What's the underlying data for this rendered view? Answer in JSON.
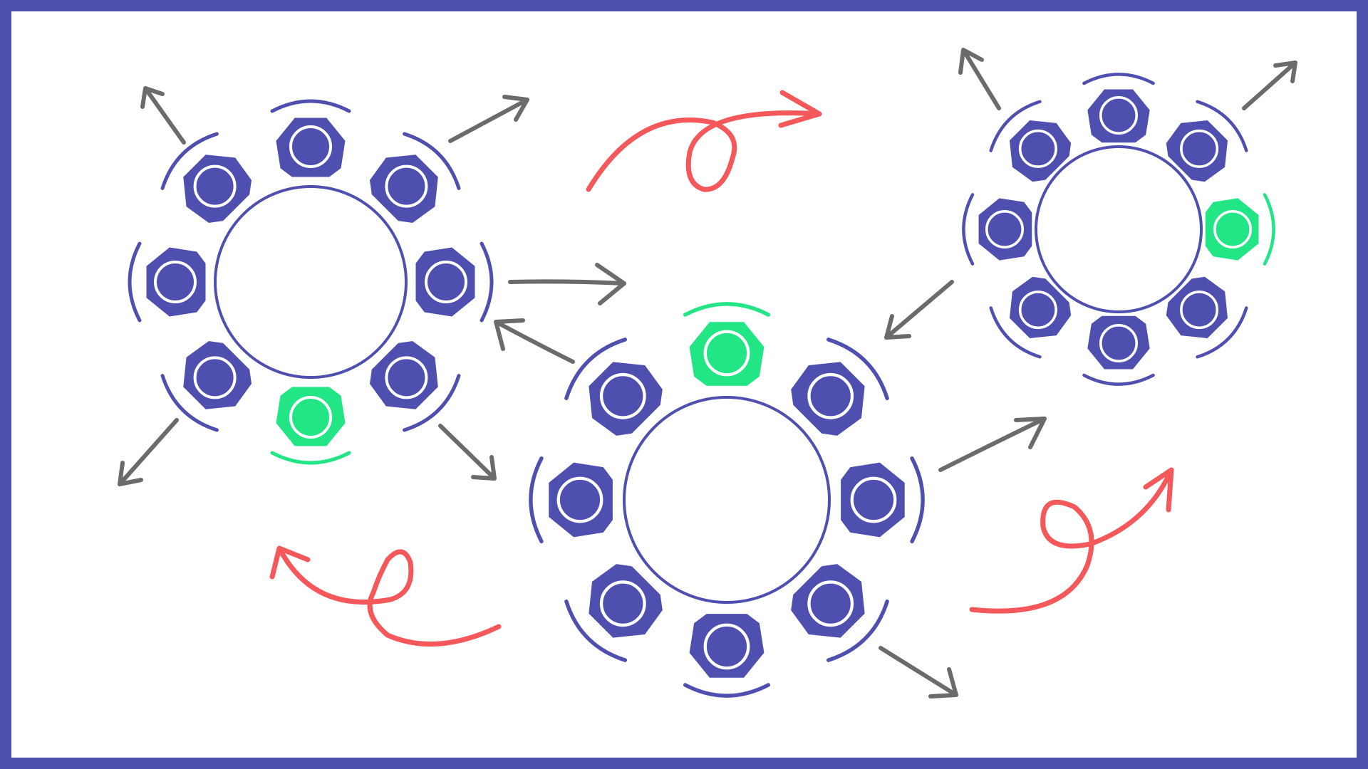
{
  "colors": {
    "frame": "#4f4fb0",
    "background": "#ffffff",
    "seat": "#4f4fb0",
    "seat_active": "#22e685",
    "table_outline": "#4f4fb0",
    "gray_arrow": "#6b6b6b",
    "red_arrow": "#f4585a"
  },
  "icons": {
    "seat": "person-top-view-icon",
    "table": "round-table-icon",
    "move_arrow": "straight-arrow-icon",
    "swap_arrow": "looped-arrow-icon"
  },
  "tables": [
    {
      "id": "left",
      "seats": 8,
      "active_seat": 4,
      "text": ""
    },
    {
      "id": "center",
      "seats": 8,
      "active_seat": 0,
      "text": ""
    },
    {
      "id": "right",
      "seats": 8,
      "active_seat": 2,
      "text": ""
    }
  ]
}
